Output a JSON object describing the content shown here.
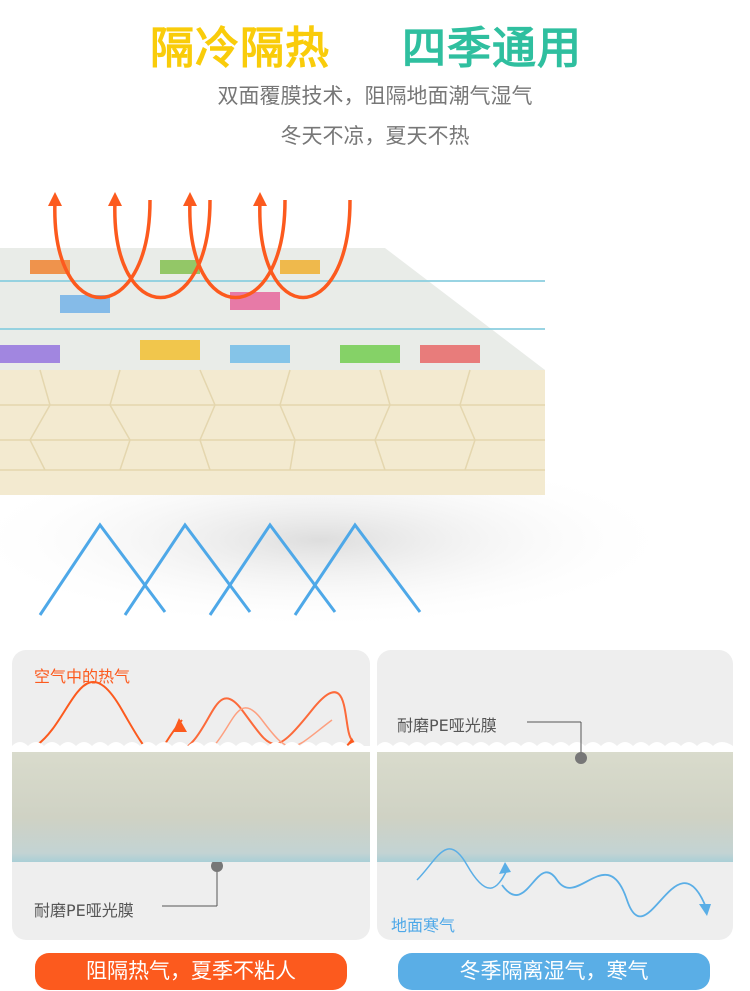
{
  "headline": {
    "left": "隔冷隔热",
    "right": "四季通用"
  },
  "subtitle": {
    "line1": "双面覆膜技术，阻隔地面潮气湿气",
    "line2": "冬天不凉，夏天不热"
  },
  "panels": {
    "left": {
      "top_label": "空气中的热气",
      "film_label": "耐磨PE哑光膜",
      "caption": "阻隔热气，夏季不粘人"
    },
    "right": {
      "film_label": "耐磨PE哑光膜",
      "bottom_label": "地面寒气",
      "caption": "冬季隔离湿气，寒气"
    }
  },
  "colors": {
    "yellow": "#f9cc0a",
    "green": "#2fbf9f",
    "orange": "#fc5a1e",
    "blue": "#5aaee6"
  }
}
